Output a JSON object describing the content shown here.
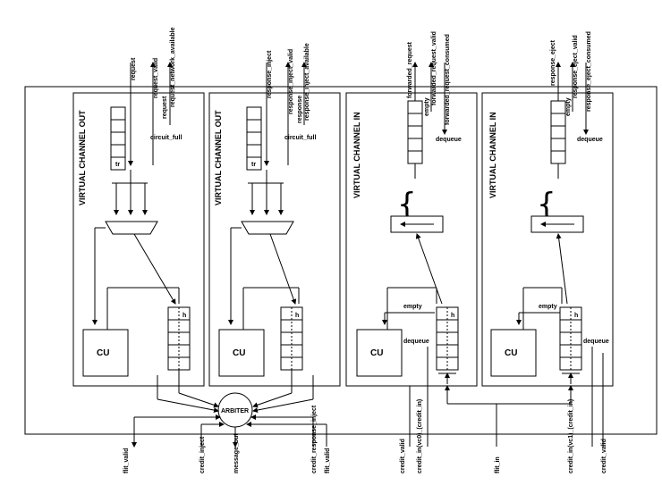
{
  "channels": [
    {
      "title": "VIRTUAL CHANNEL OUT",
      "unit": "CU",
      "queue_tag": "h",
      "fifo_tag": "tr",
      "mux_in": "circuit_full",
      "top": [
        "request",
        "request_valid",
        "request_network_available"
      ],
      "inner": "request"
    },
    {
      "title": "VIRTUAL CHANNEL OUT",
      "unit": "CU",
      "queue_tag": "h",
      "fifo_tag": "tr",
      "mux_in": "circuit_full",
      "top": [
        "response_inject",
        "response_inject_valid",
        "response_inject_available"
      ],
      "inner": "response"
    },
    {
      "title": "VIRTUAL CHANNEL IN",
      "unit": "CU",
      "queue_tag": "h",
      "fifo_tag": "empty",
      "top": [
        "forwarded_request",
        "forwarded_request_valid",
        "forwarded_request_consumed"
      ],
      "inner": "dequeue",
      "side": "empty",
      "bottom": "dequeue"
    },
    {
      "title": "VIRTUAL CHANNEL IN",
      "unit": "CU",
      "queue_tag": "h",
      "fifo_tag": "empty",
      "top": [
        "response_eject",
        "response_eject_valid",
        "response_eject_consumed"
      ],
      "inner": "dequeue",
      "side": "empty",
      "bottom": "dequeue"
    }
  ],
  "arbiter": "ARBITER",
  "bottom_signals": [
    "flit_valid",
    "credit_inject",
    "message_out",
    "credit_response_inject",
    "flit_valid",
    "credit_valid",
    "credit_in(vc0)_(credit_in)",
    "flit_in",
    "credit_in(vc1)_(credit_in)",
    "credit_valid"
  ],
  "side_labels": [
    "empty",
    "empty"
  ]
}
